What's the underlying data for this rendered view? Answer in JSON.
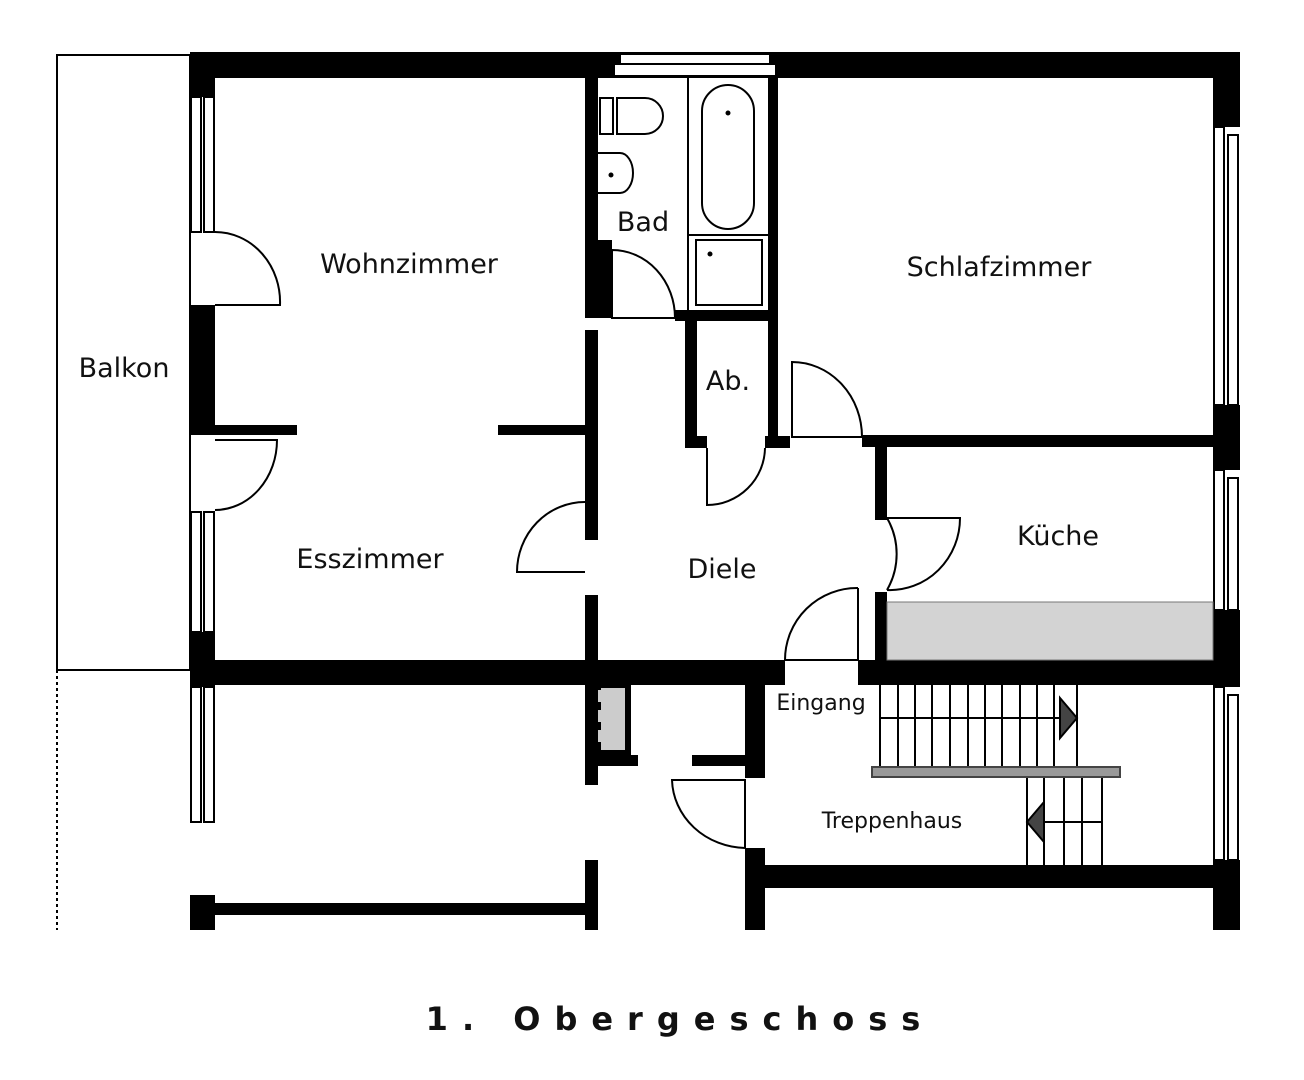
{
  "plan": {
    "title": "1. Obergeschoss",
    "rooms": {
      "balkon": "Balkon",
      "wohnzimmer": "Wohnzimmer",
      "esszimmer": "Esszimmer",
      "bad": "Bad",
      "ab": "Ab.",
      "schlafzimmer": "Schlafzimmer",
      "diele": "Diele",
      "kueche": "Küche",
      "eingang": "Eingang",
      "treppenhaus": "Treppenhaus"
    }
  },
  "colors": {
    "wall": "#000000",
    "counter": "#d3d3d3",
    "handrail": "#8a8a8a"
  }
}
